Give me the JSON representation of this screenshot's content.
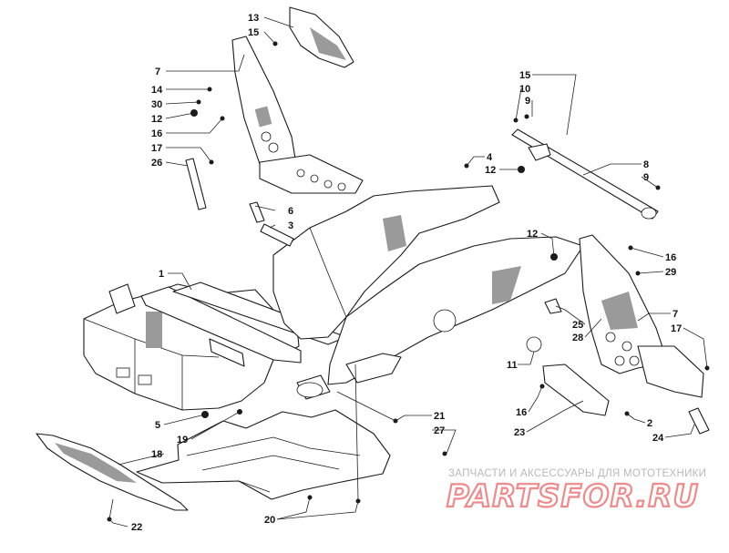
{
  "callouts": [
    {
      "id": "13",
      "text": "13"
    },
    {
      "id": "15a",
      "text": "15"
    },
    {
      "id": "7a",
      "text": "7"
    },
    {
      "id": "14",
      "text": "14"
    },
    {
      "id": "30",
      "text": "30"
    },
    {
      "id": "12a",
      "text": "12"
    },
    {
      "id": "16a",
      "text": "16"
    },
    {
      "id": "17a",
      "text": "17"
    },
    {
      "id": "26",
      "text": "26"
    },
    {
      "id": "6",
      "text": "6"
    },
    {
      "id": "3",
      "text": "3"
    },
    {
      "id": "4",
      "text": "4"
    },
    {
      "id": "12b",
      "text": "12"
    },
    {
      "id": "15b",
      "text": "15"
    },
    {
      "id": "10",
      "text": "10"
    },
    {
      "id": "9a",
      "text": "9"
    },
    {
      "id": "8",
      "text": "8"
    },
    {
      "id": "9b",
      "text": "9"
    },
    {
      "id": "12c",
      "text": "12"
    },
    {
      "id": "16b",
      "text": "16"
    },
    {
      "id": "29",
      "text": "29"
    },
    {
      "id": "7b",
      "text": "7"
    },
    {
      "id": "17b",
      "text": "17"
    },
    {
      "id": "25",
      "text": "25"
    },
    {
      "id": "28",
      "text": "28"
    },
    {
      "id": "11",
      "text": "11"
    },
    {
      "id": "1",
      "text": "1"
    },
    {
      "id": "5",
      "text": "5"
    },
    {
      "id": "19",
      "text": "19"
    },
    {
      "id": "18",
      "text": "18"
    },
    {
      "id": "21",
      "text": "21"
    },
    {
      "id": "27",
      "text": "27"
    },
    {
      "id": "16c",
      "text": "16"
    },
    {
      "id": "23",
      "text": "23"
    },
    {
      "id": "2",
      "text": "2"
    },
    {
      "id": "24",
      "text": "24"
    },
    {
      "id": "20",
      "text": "20"
    },
    {
      "id": "22",
      "text": "22"
    }
  ],
  "watermark": {
    "caption": "ЗАПЧАСТИ И АКСЕССУАРЫ ДЛЯ МОТОТЕХНИКИ",
    "logo": "PARTSFOR.RU"
  },
  "colors": {
    "line": "#1a1a1a",
    "shade": "#9a9a9a",
    "watermark_logo": "#f08a8a",
    "watermark_text": "#b9b9b9"
  }
}
